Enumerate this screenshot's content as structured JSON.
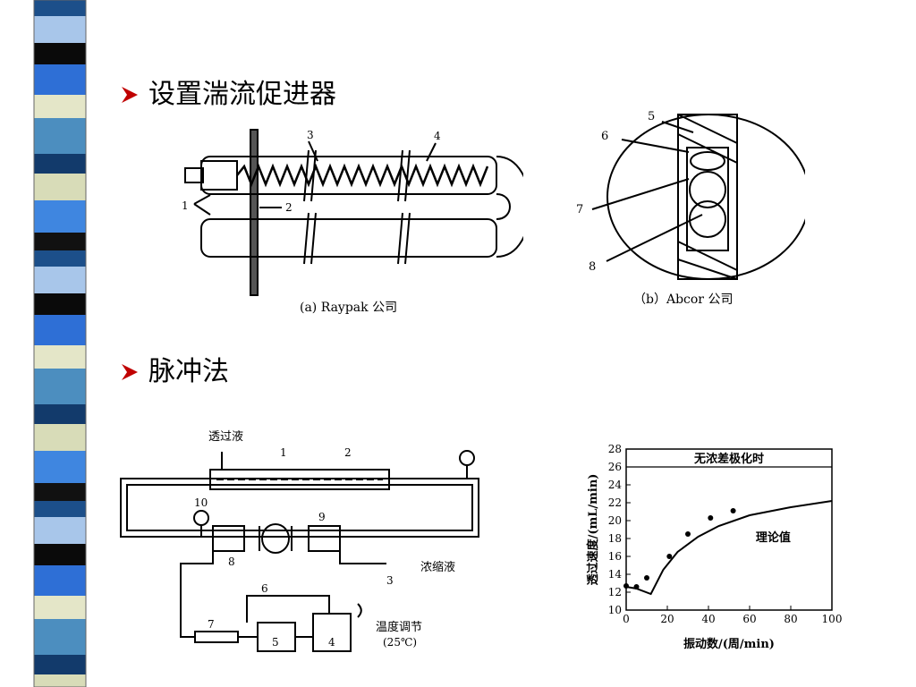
{
  "slide": {
    "bullets": [
      {
        "text": "设置湍流促进器"
      },
      {
        "text": "脉冲法"
      }
    ]
  },
  "fig_a": {
    "caption": "(a) Raypak 公司",
    "labels": [
      "1",
      "2",
      "3",
      "4"
    ]
  },
  "fig_b": {
    "caption": "（b）Abcor 公司",
    "labels": [
      "5",
      "6",
      "7",
      "8"
    ]
  },
  "fig_c": {
    "permeate": "透过液",
    "concentrate": "浓缩液",
    "temp_ctrl": "温度调节",
    "temp_val": "(25℃)",
    "labels": [
      "1",
      "2",
      "3",
      "4",
      "5",
      "6",
      "7",
      "8",
      "9",
      "10"
    ]
  },
  "chart_data": {
    "type": "scatter",
    "title": "无浓差极化时",
    "xlabel": "振动数/(周/min)",
    "ylabel": "透过速度/(mL/min)",
    "xlim": [
      0,
      100
    ],
    "ylim": [
      10,
      28
    ],
    "xticks": [
      0,
      20,
      40,
      60,
      80,
      100
    ],
    "yticks": [
      10,
      12,
      14,
      16,
      18,
      20,
      22,
      24,
      26,
      28
    ],
    "curve_label": "理论值",
    "points": [
      [
        0,
        12.7
      ],
      [
        5,
        12.6
      ],
      [
        10,
        13.6
      ],
      [
        21,
        16
      ],
      [
        30,
        18.5
      ],
      [
        41,
        20.3
      ],
      [
        52,
        21.1
      ]
    ],
    "theory_curve": [
      [
        0,
        12.6
      ],
      [
        5,
        12.4
      ],
      [
        12,
        11.8
      ],
      [
        18,
        14.5
      ],
      [
        25,
        16.5
      ],
      [
        35,
        18.2
      ],
      [
        45,
        19.4
      ],
      [
        60,
        20.6
      ],
      [
        80,
        21.5
      ],
      [
        100,
        22.2
      ]
    ]
  },
  "colors": {
    "stripe": [
      "#1c4f8a",
      "#a8c6ea",
      "#0a0a0a",
      "#2e6fd6",
      "#e4e6c8",
      "#4c8ebf",
      "#123a6b",
      "#d8dcb8",
      "#3f86e0",
      "#111111"
    ]
  }
}
